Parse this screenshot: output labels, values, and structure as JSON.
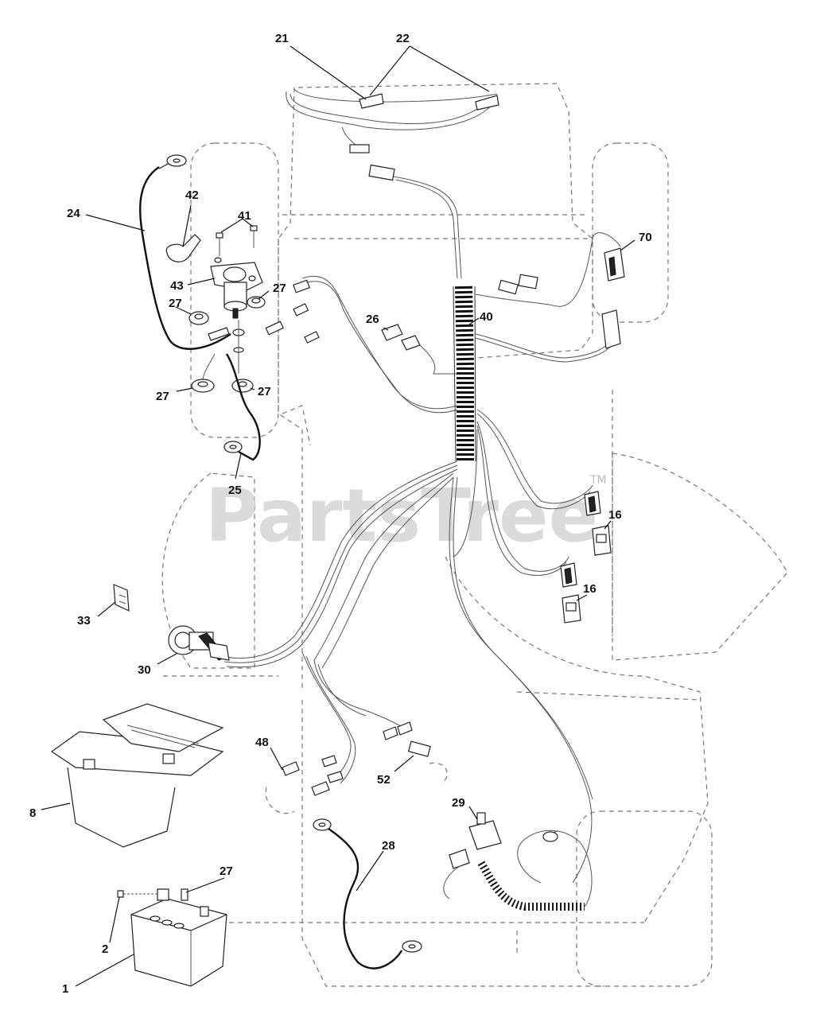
{
  "watermark": {
    "text": "PartsTree",
    "mark": "TM"
  },
  "callouts": [
    {
      "num": "21"
    },
    {
      "num": "22"
    },
    {
      "num": "24"
    },
    {
      "num": "42"
    },
    {
      "num": "41"
    },
    {
      "num": "43"
    },
    {
      "num": "27"
    },
    {
      "num": "27"
    },
    {
      "num": "70"
    },
    {
      "num": "26"
    },
    {
      "num": "40"
    },
    {
      "num": "27"
    },
    {
      "num": "27"
    },
    {
      "num": "25"
    },
    {
      "num": "16"
    },
    {
      "num": "16"
    },
    {
      "num": "33"
    },
    {
      "num": "30"
    },
    {
      "num": "48"
    },
    {
      "num": "52"
    },
    {
      "num": "8"
    },
    {
      "num": "29"
    },
    {
      "num": "28"
    },
    {
      "num": "27"
    },
    {
      "num": "2"
    },
    {
      "num": "1"
    }
  ],
  "colors": {
    "ink": "#111111",
    "ghost": "#777777",
    "watermark": "#cfcfcf"
  }
}
